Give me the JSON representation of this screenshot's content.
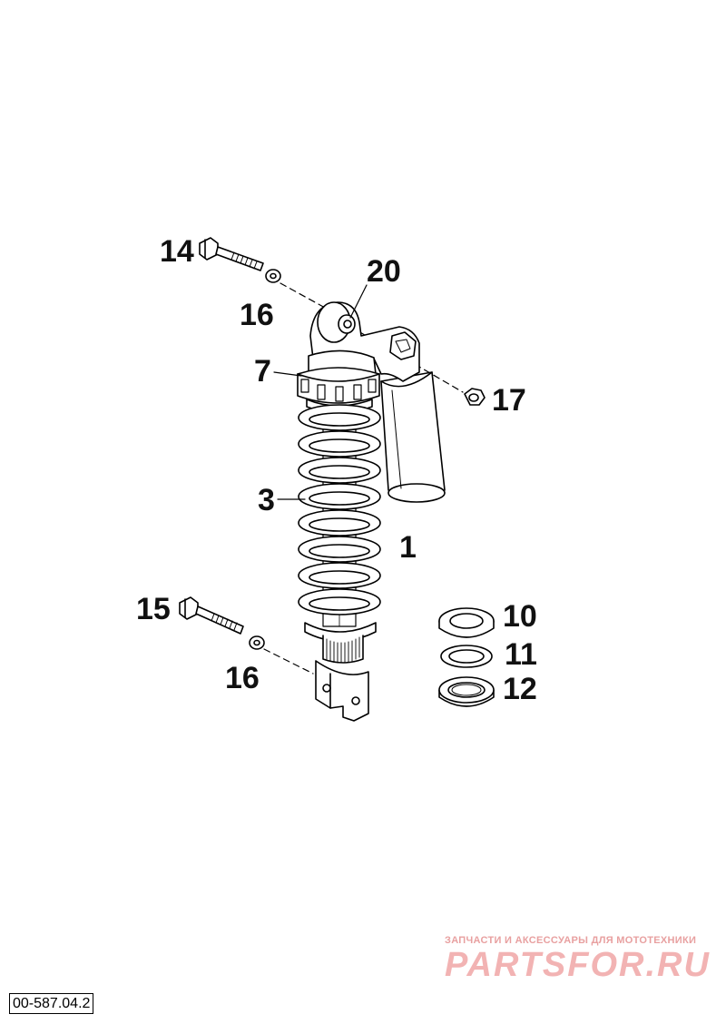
{
  "callouts": {
    "c14": "14",
    "c16_top": "16",
    "c20": "20",
    "c7": "7",
    "c17": "17",
    "c3": "3",
    "c1": "1",
    "c15": "15",
    "c16_bottom": "16",
    "c10": "10",
    "c11": "11",
    "c12": "12"
  },
  "drawing_code": "00-587.04.2",
  "watermark": {
    "tagline": "ЗАПЧАСТИ И АКСЕССУАРЫ ДЛЯ МОТОТЕХНИКИ",
    "logo": "PARTSFOR.RU"
  },
  "colors": {
    "line": "#000000",
    "watermark": "#f2b3b3"
  }
}
